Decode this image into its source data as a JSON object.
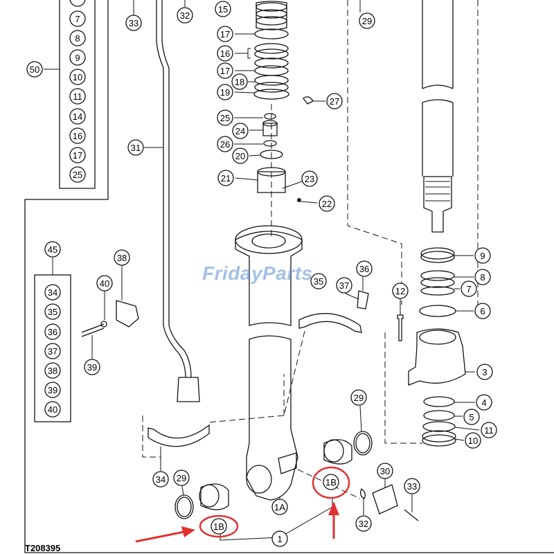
{
  "drawing_number": "T208395",
  "watermark": "FridayParts",
  "highlight_color": "#e03131",
  "arrow_color": "#e03131",
  "left_stack": [
    "7",
    "8",
    "9",
    "10",
    "11",
    "14",
    "16",
    "17",
    "25"
  ],
  "left_stack_label": "50",
  "right_stack": [
    "34",
    "35",
    "36",
    "37",
    "38",
    "39",
    "40"
  ],
  "right_stack_label": "45",
  "callouts": {
    "c33_top": "33",
    "c32_top": "32",
    "c15": "15",
    "c17a": "17",
    "c16": "16",
    "c17b": "17",
    "c18": "18",
    "c19": "19",
    "c27": "27",
    "c25": "25",
    "c24": "24",
    "c26": "26",
    "c20": "20",
    "c21": "21",
    "c23": "23",
    "c22": "22",
    "c29_top": "29",
    "c31": "31",
    "c9": "9",
    "c8": "8",
    "c7": "7",
    "c6": "6",
    "c12": "12",
    "c3": "3",
    "c4": "4",
    "c5": "5",
    "c11": "11",
    "c10": "10",
    "c38": "38",
    "c40": "40",
    "c39": "39",
    "c36": "36",
    "c35": "35",
    "c37": "37",
    "c29_mid": "29",
    "c34": "34",
    "c29_low": "29",
    "c30": "30",
    "c33_low": "33",
    "c32_low": "32",
    "c1A": "1A",
    "c1": "1",
    "c1B_left": "1B",
    "c1B_right": "1B"
  }
}
